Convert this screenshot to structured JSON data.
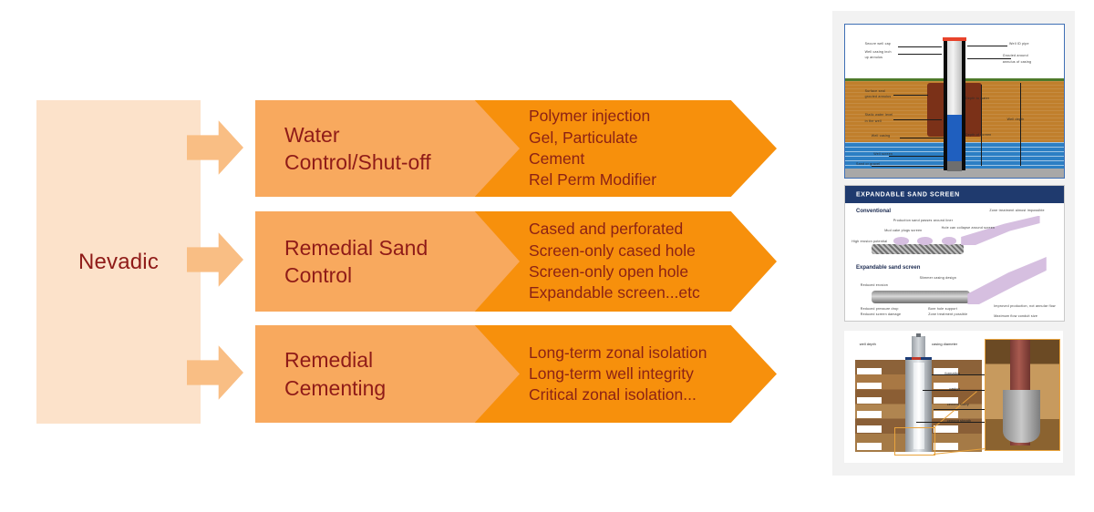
{
  "diagram": {
    "root": {
      "label": "Nevadic"
    },
    "connector_icon": "arrow-right-icon",
    "rows": [
      {
        "id": "water-control",
        "title_lines": [
          "Water",
          "Control/Shut-off"
        ],
        "details": [
          "Polymer injection",
          "Gel, Particulate",
          "Cement",
          "Rel Perm Modifier"
        ]
      },
      {
        "id": "remedial-sand-control",
        "title_lines": [
          "Remedial Sand",
          "Control"
        ],
        "details": [
          "Cased and perforated",
          "Screen-only cased hole",
          "Screen-only open hole",
          "Expandable screen...etc"
        ]
      },
      {
        "id": "remedial-cementing",
        "title_lines": [
          "Remedial",
          "Cementing"
        ],
        "details": [
          "Long-term zonal isolation",
          "Long-term well integrity",
          "Critical zonal isolation..."
        ]
      }
    ]
  },
  "images": {
    "panel_background": "#F2F2F2",
    "thumbnails": [
      {
        "id": "water-well-cross-section",
        "labels": [
          "Secure well cap",
          "Well casing inch",
          "up annulus",
          "Well ID pipe",
          "Grouted around",
          "annulus of casing",
          "Surface seal",
          "grouted annulus",
          "Static water level",
          "in the well",
          "Well casing",
          "Well screen",
          "Sand or gravel",
          "Depth to water",
          "Depth of screen",
          "Well depth"
        ]
      },
      {
        "id": "expandable-sand-screen",
        "header": "EXPANDABLE SAND SCREEN",
        "sections": [
          "Conventional",
          "Expandable sand screen"
        ],
        "labels": [
          "Production sand passes around liner",
          "Mud cake plugs screen",
          "Hole can collapse around screen",
          "High erosion potential",
          "Zone treatment almost impossible",
          "Slimmer casing design",
          "Reduced erosion",
          "Reduced pressure drop",
          "Reduced screen damage",
          "Bore hole support",
          "Zone treatment possible",
          "Improved production, not annular flow",
          "Maximum flow conduit size"
        ]
      },
      {
        "id": "remedial-cementing-wellbore",
        "labels": [
          "well depth",
          "casing diameter",
          "formation",
          "casing",
          "cement slurry",
          "cement sheath"
        ]
      }
    ]
  },
  "colors": {
    "root_box": "#FCE2CA",
    "connector_arrow": "#F9BE84",
    "stage_light": "#F8A95E",
    "stage_dark": "#F7900C",
    "text_maroon": "#8F1B18",
    "detail_text": "#8C2215",
    "panel_bg": "#F2F2F2",
    "header_navy": "#1F3A6E"
  }
}
